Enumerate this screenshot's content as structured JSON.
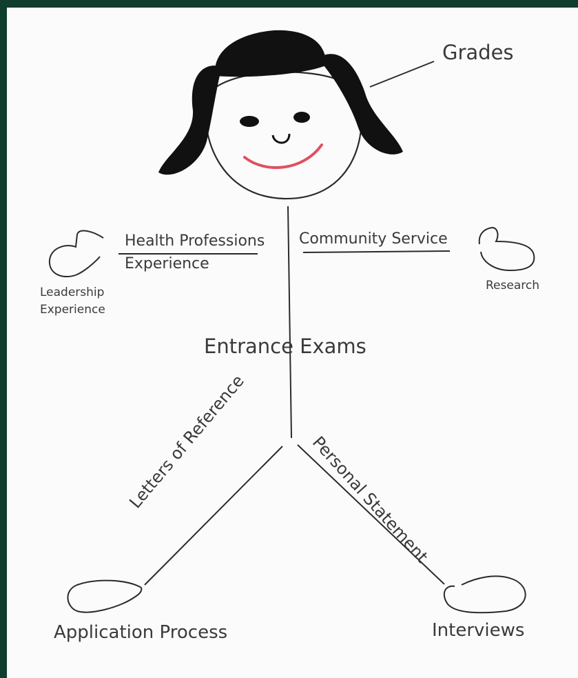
{
  "labels": {
    "grades": "Grades",
    "health_professions_line1": "Health Professions",
    "health_professions_line2": "Experience",
    "community_service": "Community Service",
    "leadership_line1": "Leadership",
    "leadership_line2": "Experience",
    "research": "Research",
    "entrance_exams": "Entrance Exams",
    "letters_of_reference": "Letters of Reference",
    "personal_statement": "Personal Statement",
    "application_process": "Application Process",
    "interviews": "Interviews"
  },
  "colors": {
    "background": "#0f3d2e",
    "paper": "#fbfbfb",
    "hair": "#111111",
    "smile": "#e05060",
    "ink": "#3a3a3a"
  }
}
